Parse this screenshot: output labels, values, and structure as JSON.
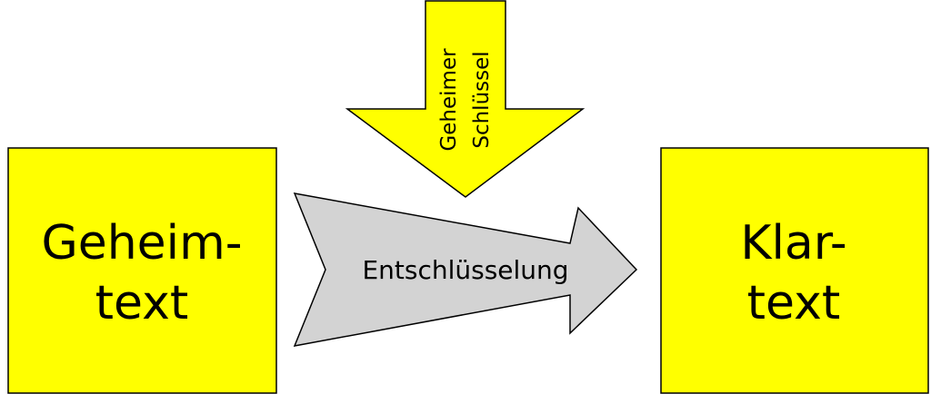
{
  "diagram": {
    "ciphertext_box": {
      "line1": "Geheim-",
      "line2": "text",
      "fill": "#ffff00"
    },
    "plaintext_box": {
      "line1": "Klar-",
      "line2": "text",
      "fill": "#ffff00"
    },
    "process_arrow": {
      "label": "Entschlüsselung",
      "fill": "#d3d3d3"
    },
    "key_arrow": {
      "line1": "Geheimer",
      "line2": "Schlüssel",
      "fill": "#ffff00"
    },
    "stroke_color": "#000000"
  }
}
